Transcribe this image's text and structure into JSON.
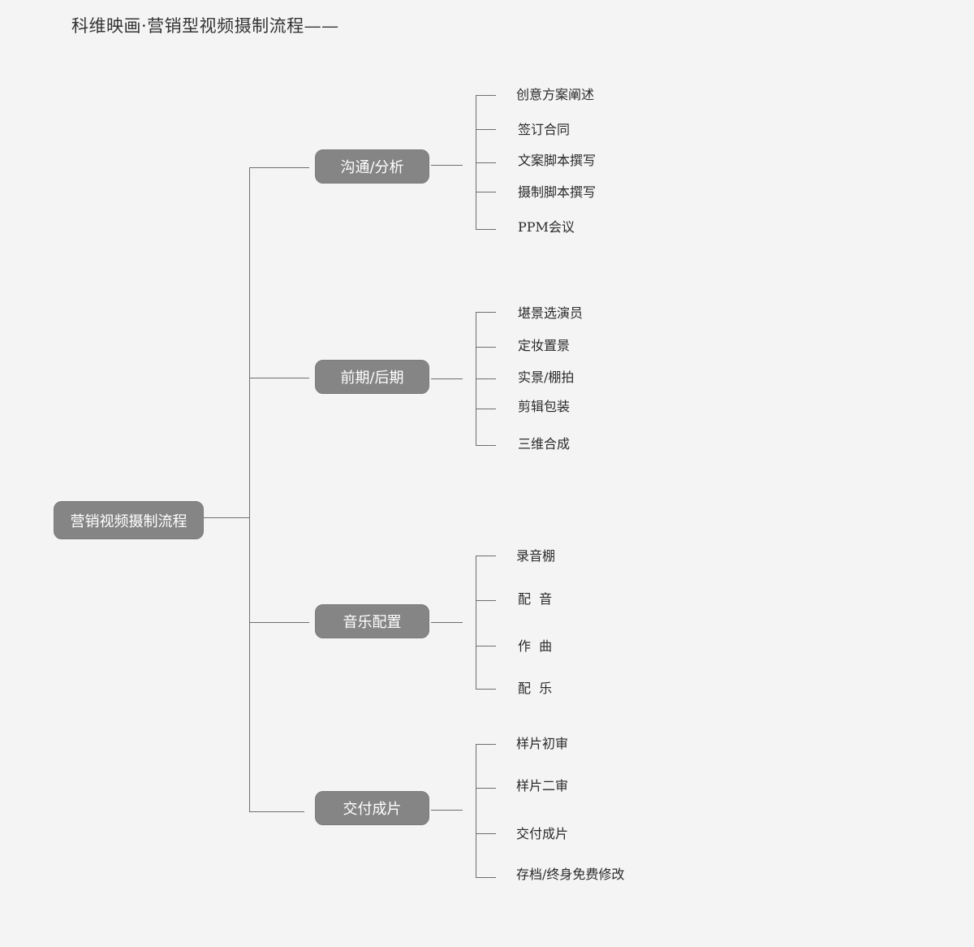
{
  "title": "科维映画·营销型视频摄制流程——",
  "root": {
    "label": "营销视频摄制流程"
  },
  "branches": [
    {
      "label": "沟通/分析",
      "items": [
        "创意方案阐述",
        "签订合同",
        "文案脚本撰写",
        "摄制脚本撰写",
        "PPM会议"
      ]
    },
    {
      "label": "前期/后期",
      "items": [
        "堪景选演员",
        "定妆置景",
        "实景/棚拍",
        "剪辑包装",
        "三维合成"
      ]
    },
    {
      "label": "音乐配置",
      "items": [
        "录音棚",
        "配  音",
        "作  曲",
        "配  乐"
      ]
    },
    {
      "label": "交付成片",
      "items": [
        "样片初审",
        "样片二审",
        "交付成片",
        "存档/终身免费修改"
      ]
    }
  ],
  "colors": {
    "background": "#f4f4f4",
    "node_fill": "#858585",
    "node_text": "#ffffff",
    "line": "#6e6e6e",
    "text": "#2a2a2a"
  }
}
